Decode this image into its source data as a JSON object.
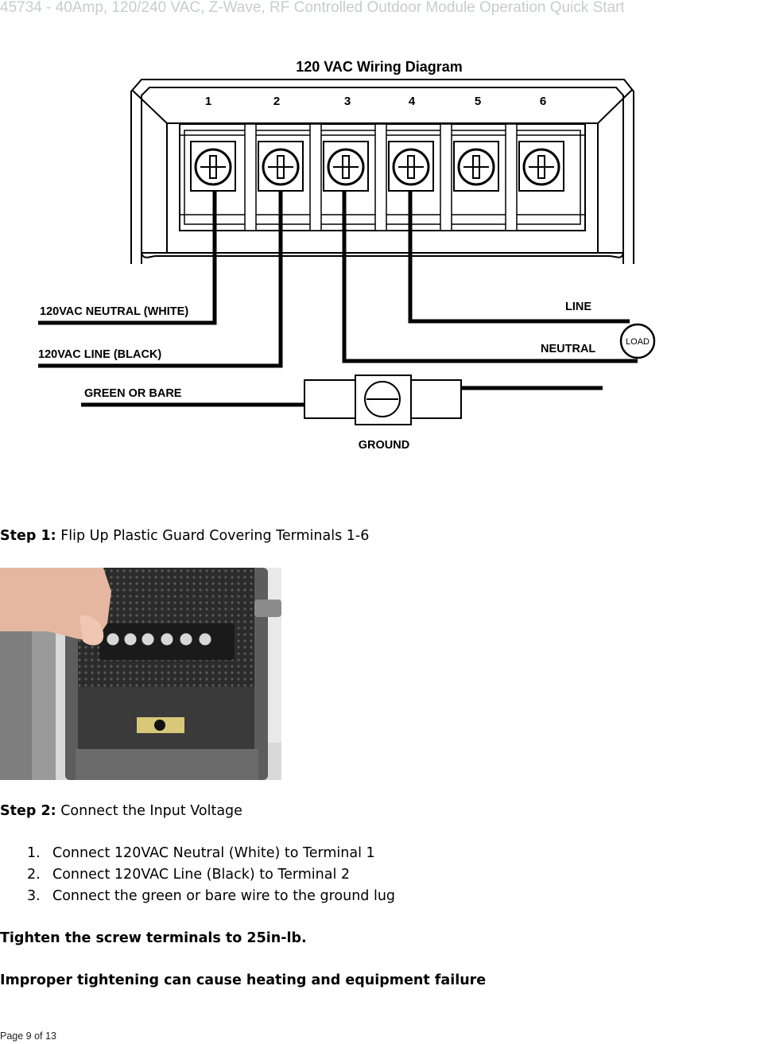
{
  "header": {
    "title": "45734 - 40Amp, 120/240 VAC, Z-Wave, RF Controlled Outdoor Module Operation Quick Start"
  },
  "diagram": {
    "title": "120 VAC Wiring Diagram",
    "terminal_numbers": [
      "1",
      "2",
      "3",
      "4",
      "5",
      "6"
    ],
    "labels": {
      "neutral_white": "120VAC NEUTRAL (WHITE)",
      "line_black": "120VAC LINE (BLACK)",
      "green_bare": "GREEN OR BARE",
      "line": "LINE",
      "neutral": "NEUTRAL",
      "load": "LOAD",
      "ground": "GROUND"
    }
  },
  "step1": {
    "label": "Step 1:",
    "text": " Flip Up Plastic Guard Covering Terminals 1-6"
  },
  "step2": {
    "label": "Step 2:",
    "text": " Connect the Input Voltage",
    "items": [
      {
        "num": "1.",
        "text": "Connect 120VAC Neutral (White) to Terminal 1"
      },
      {
        "num": "2.",
        "text": "Connect 120VAC Line (Black) to Terminal 2"
      },
      {
        "num": "3.",
        "text": "Connect the green or bare wire to the ground lug"
      }
    ]
  },
  "notes": {
    "torque": "Tighten the screw terminals to 25in-lb.",
    "warning": "Improper tightening can cause heating and equipment failure"
  },
  "footer": {
    "page": "Page 9 of 13"
  }
}
